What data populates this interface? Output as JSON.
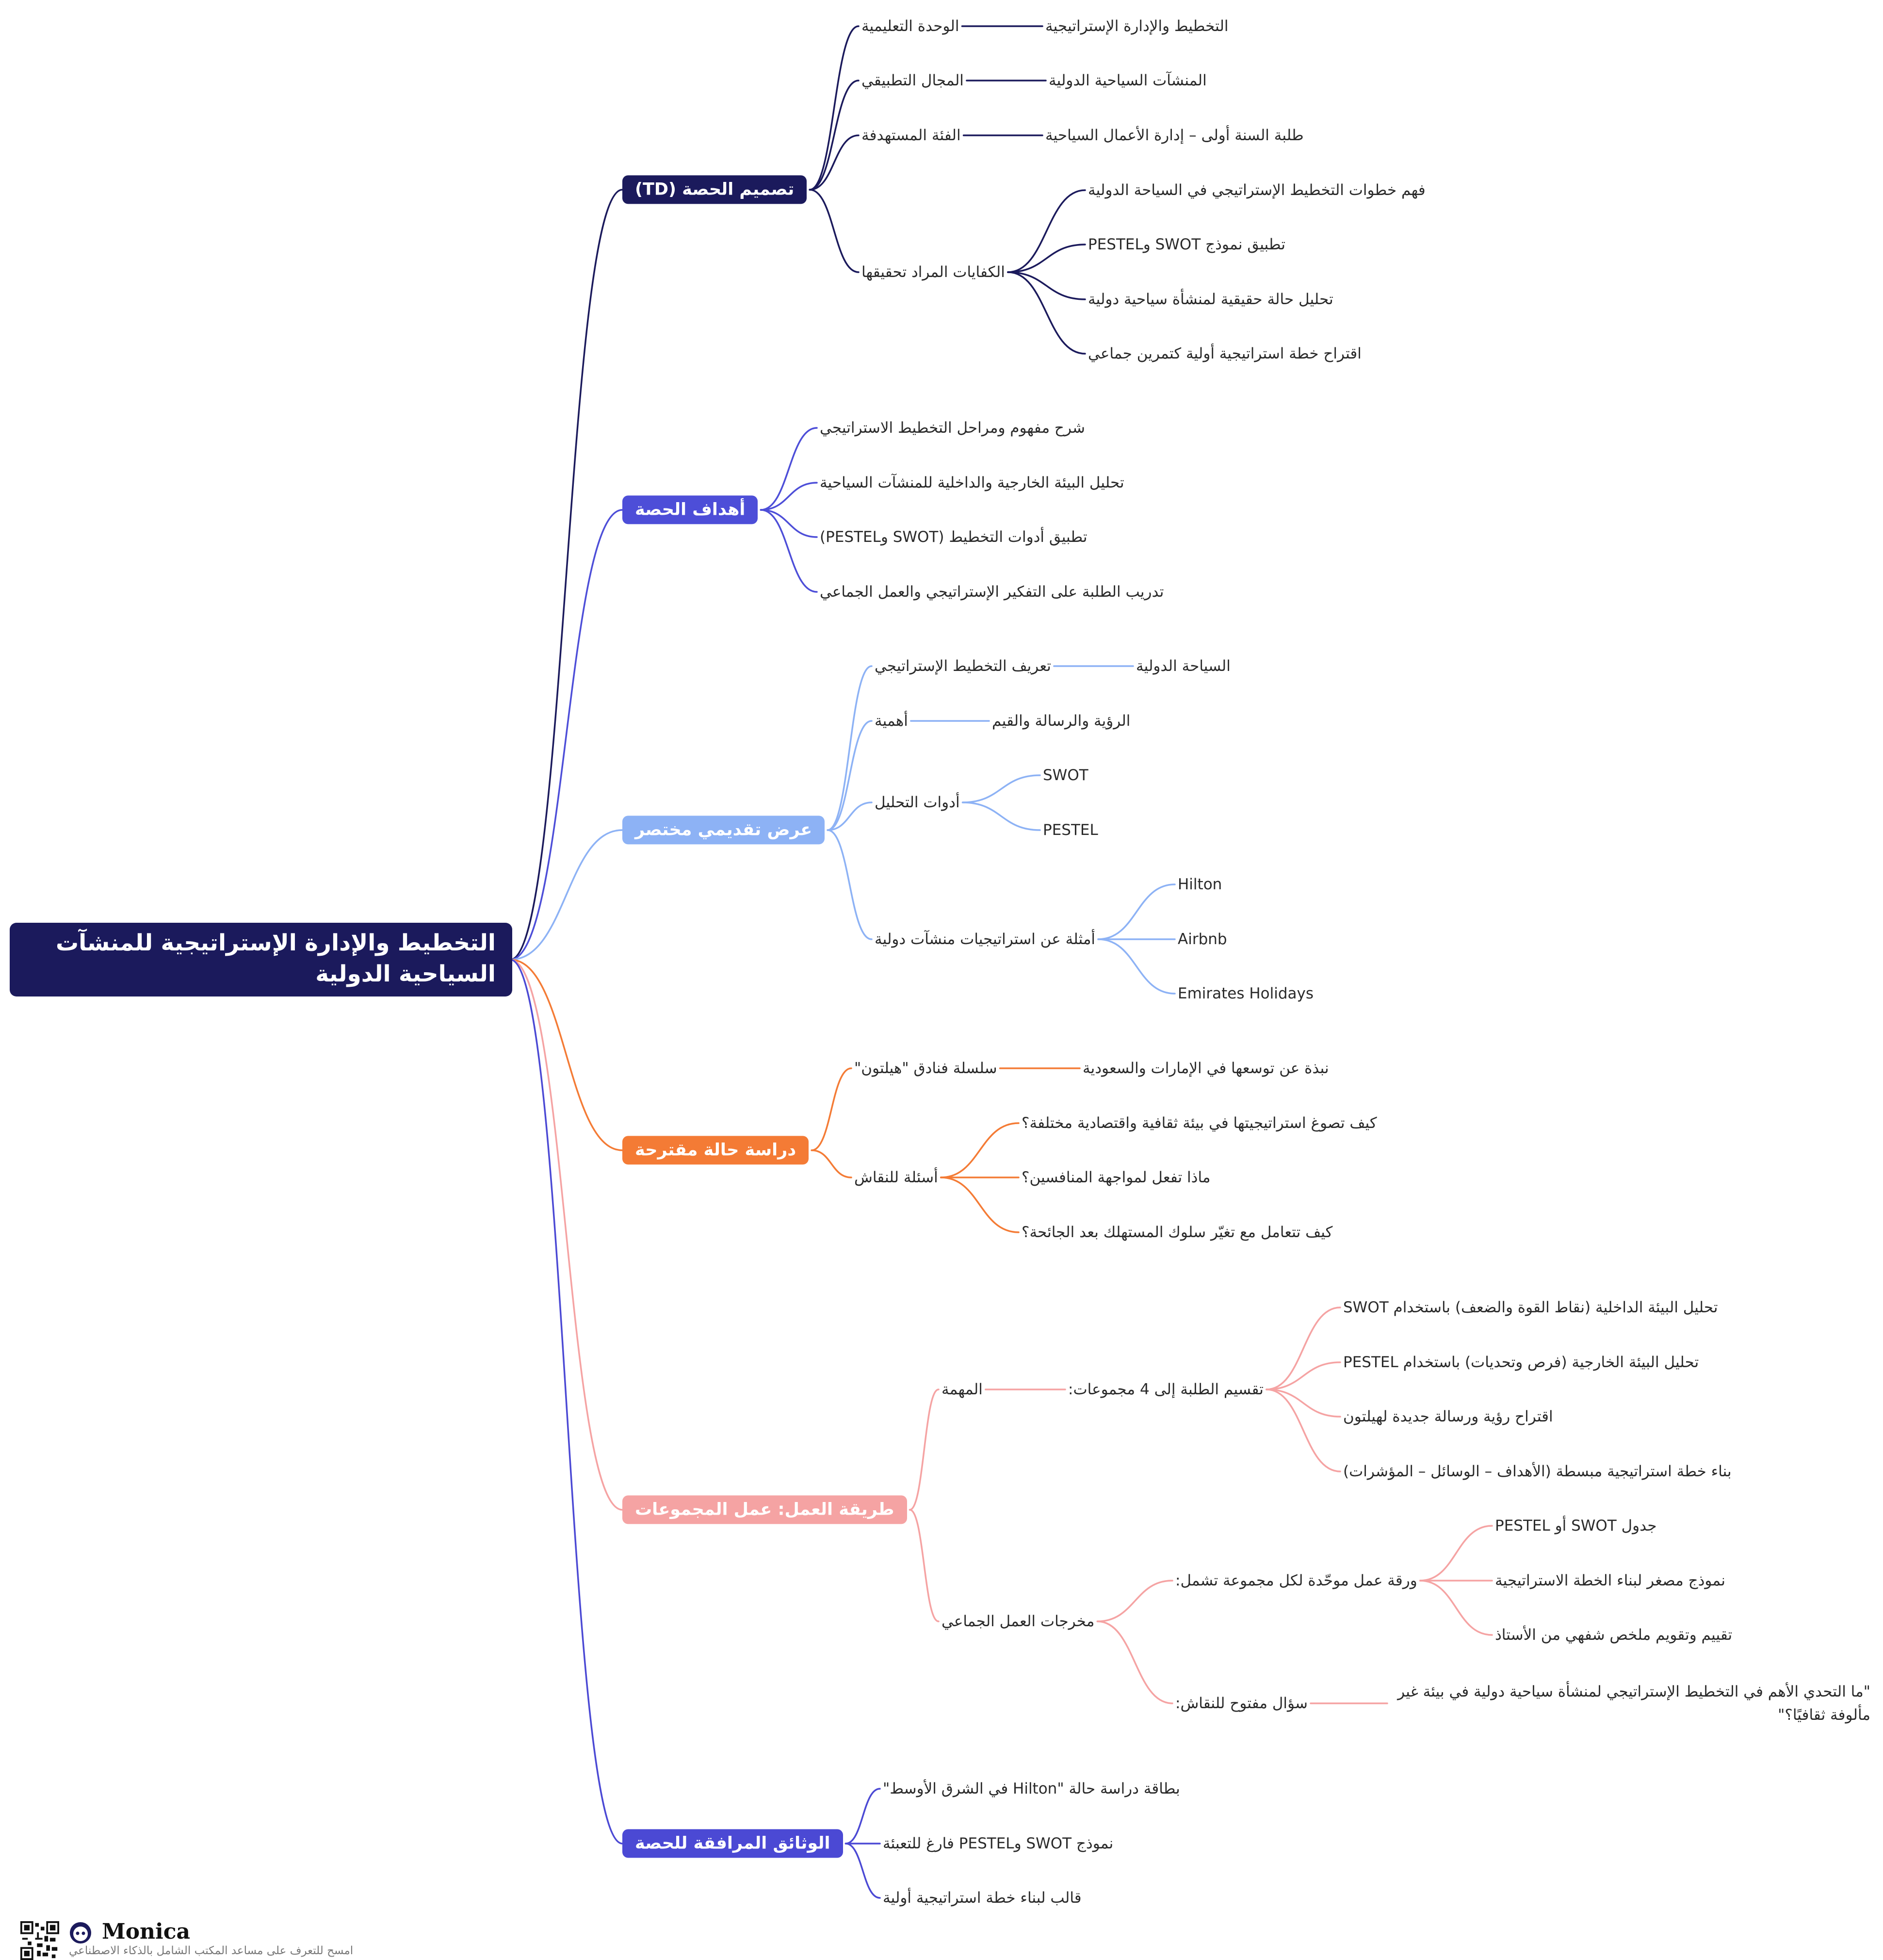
{
  "root": {
    "title": "التخطيط والإدارة الإستراتيجية للمنشآت السياحية الدولية"
  },
  "branches": [
    {
      "label": "تصميم الحصة (TD)",
      "color": "#1b1a5c",
      "children": [
        {
          "label": "الوحدة التعليمية",
          "children": [
            {
              "label": "التخطيط والإدارة الإستراتيجية"
            }
          ]
        },
        {
          "label": "المجال التطبيقي",
          "children": [
            {
              "label": "المنشآت السياحية الدولية"
            }
          ]
        },
        {
          "label": "الفئة المستهدفة",
          "children": [
            {
              "label": "طلبة السنة أولى – إدارة الأعمال السياحية"
            }
          ]
        },
        {
          "label": "الكفايات المراد تحقيقها",
          "children": [
            {
              "label": "فهم خطوات التخطيط الإستراتيجي في السياحة الدولية"
            },
            {
              "label": "تطبيق نموذج SWOT وPESTEL"
            },
            {
              "label": "تحليل حالة حقيقية لمنشأة سياحية دولية"
            },
            {
              "label": "اقتراح خطة استراتيجية أولية كتمرين جماعي"
            }
          ]
        }
      ]
    },
    {
      "label": "أهداف الحصة",
      "color": "#4d4ed8",
      "children": [
        {
          "label": "شرح مفهوم ومراحل التخطيط الاستراتيجي"
        },
        {
          "label": "تحليل البيئة الخارجية والداخلية للمنشآت السياحية"
        },
        {
          "label": "تطبيق أدوات التخطيط (SWOT وPESTEL)"
        },
        {
          "label": "تدريب الطلبة على التفكير الإستراتيجي والعمل الجماعي"
        }
      ]
    },
    {
      "label": "عرض تقديمي مختصر",
      "color": "#8db2f5",
      "children": [
        {
          "label": "تعريف التخطيط الإستراتيجي",
          "children": [
            {
              "label": "السياحة الدولية"
            }
          ]
        },
        {
          "label": "أهمية",
          "children": [
            {
              "label": "الرؤية والرسالة والقيم"
            }
          ]
        },
        {
          "label": "أدوات التحليل",
          "children": [
            {
              "label": "SWOT"
            },
            {
              "label": "PESTEL"
            }
          ]
        },
        {
          "label": "أمثلة عن استراتيجيات منشآت دولية",
          "children": [
            {
              "label": "Hilton"
            },
            {
              "label": "Airbnb"
            },
            {
              "label": "Emirates Holidays"
            }
          ]
        }
      ]
    },
    {
      "label": "دراسة حالة مقترحة",
      "color": "#f47b35",
      "children": [
        {
          "label": "سلسلة فنادق \"هيلتون\"",
          "children": [
            {
              "label": "نبذة عن توسعها في الإمارات والسعودية"
            }
          ]
        },
        {
          "label": "أسئلة للنقاش",
          "children": [
            {
              "label": "كيف تصوغ استراتيجيتها في بيئة ثقافية واقتصادية مختلفة؟"
            },
            {
              "label": "ماذا تفعل لمواجهة المنافسين؟"
            },
            {
              "label": "كيف تتعامل مع تغيّر سلوك المستهلك بعد الجائحة؟"
            }
          ]
        }
      ]
    },
    {
      "label": "طريقة العمل: عمل المجموعات",
      "color": "#f5a3a3",
      "children": [
        {
          "label": "المهمة",
          "children": [
            {
              "label": "تقسيم الطلبة إلى 4 مجموعات:",
              "children": [
                {
                  "label": "تحليل البيئة الداخلية (نقاط القوة والضعف) باستخدام SWOT"
                },
                {
                  "label": "تحليل البيئة الخارجية (فرص وتحديات) باستخدام PESTEL"
                },
                {
                  "label": "اقتراح رؤية ورسالة جديدة لهيلتون"
                },
                {
                  "label": "بناء خطة استراتيجية مبسطة (الأهداف – الوسائل – المؤشرات)"
                }
              ]
            }
          ]
        },
        {
          "label": "مخرجات العمل الجماعي",
          "children": [
            {
              "label": "ورقة عمل موحّدة لكل مجموعة تشمل:",
              "children": [
                {
                  "label": "جدول SWOT أو PESTEL"
                },
                {
                  "label": "نموذج مصغر لبناء الخطة الاستراتيجية"
                },
                {
                  "label": "تقييم وتقويم ملخص شفهي من الأستاذ"
                }
              ]
            },
            {
              "label": "سؤال مفتوح للنقاش:",
              "children": [
                {
                  "label": "\"ما التحدي الأهم في التخطيط الإستراتيجي لمنشأة سياحية دولية في بيئة غير مألوفة ثقافيًا؟\""
                }
              ]
            }
          ]
        }
      ]
    },
    {
      "label": "الوثائق المرافقة للحصة",
      "color": "#4b49d4",
      "children": [
        {
          "label": "بطاقة دراسة حالة \"Hilton في الشرق الأوسط\""
        },
        {
          "label": "نموذج SWOT وPESTEL فارغ للتعبئة"
        },
        {
          "label": "قالب لبناء خطة استراتيجية أولية"
        }
      ]
    }
  ],
  "watermark": {
    "brand": "Monica",
    "tagline": "امسح للتعرف على مساعد المكتب الشامل بالذكاء الاصطناعي"
  }
}
